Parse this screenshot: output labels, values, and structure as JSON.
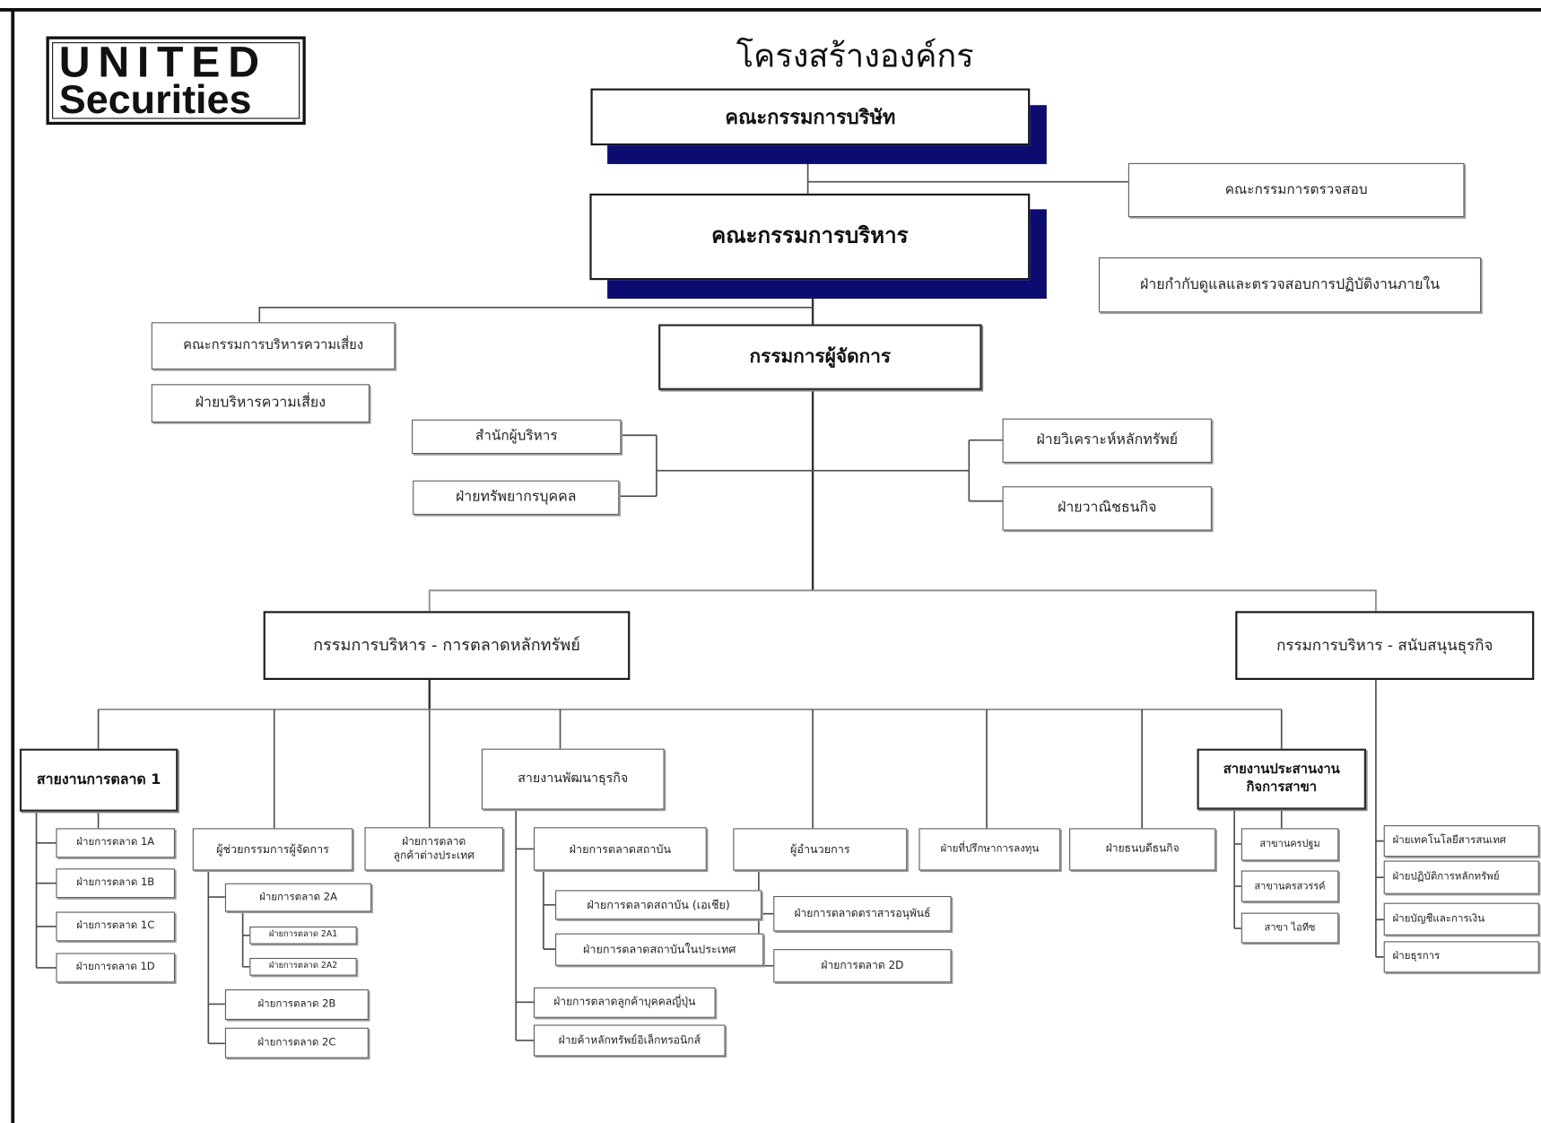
{
  "logo": {
    "line1": "UNITED",
    "line2": "Securities"
  },
  "title": "โครงสร้างองค์กร",
  "colors": {
    "shadow": "#0c0c70",
    "line": "#4d4d4d",
    "bus": "#8a8a8a",
    "frame": "#111111"
  },
  "nodes": {
    "board": "คณะกรรมการบริษัท",
    "audit_committee": "คณะกรรมการตรวจสอบ",
    "executive_committee": "คณะกรรมการบริหาร",
    "internal_audit": "ฝ่ายกำกับดูแลและตรวจสอบการปฏิบัติงานภายใน",
    "risk_committee": "คณะกรรมการบริหารความเสี่ยง",
    "risk_management": "ฝ่ายบริหารความเสี่ยง",
    "managing_director": "กรรมการผู้จัดการ",
    "executive_office": "สำนักผู้บริหาร",
    "human_resources": "ฝ่ายทรัพยากรบุคคล",
    "research": "ฝ่ายวิเคราะห์หลักทรัพย์",
    "investment_banking": "ฝ่ายวาณิชธนกิจ",
    "ed_marketing": "กรรมการบริหาร - การตลาดหลักทรัพย์",
    "ed_support": "กรรมการบริหาร - สนับสนุนธุรกิจ",
    "marketing_line_1": "สายงานการตลาด 1",
    "mkt_1a": "ฝ่ายการตลาด 1A",
    "mkt_1b": "ฝ่ายการตลาด 1B",
    "mkt_1c": "ฝ่ายการตลาด 1C",
    "mkt_1d": "ฝ่ายการตลาด 1D",
    "asst_md": "ผู้ช่วยกรรมการผู้จัดการ",
    "mkt_2a": "ฝ่ายการตลาด 2A",
    "mkt_2a_1": "ฝ่ายการตลาด 2A1",
    "mkt_2a_2": "ฝ่ายการตลาด 2A2",
    "mkt_2b": "ฝ่ายการตลาด 2B",
    "mkt_2c": "ฝ่ายการตลาด 2C",
    "mkt_foreign": [
      "ฝ่ายการตลาด",
      "ลูกค้าต่างประเทศ"
    ],
    "biz_dev_line": "สายงานพัฒนาธุรกิจ",
    "institutional": "ฝ่ายการตลาดสถาบัน",
    "institutional_asia": "ฝ่ายการตลาดสถาบัน (เอเชีย)",
    "institutional_domestic": "ฝ่ายการตลาดสถาบันในประเทศ",
    "japanese_clients": "ฝ่ายการตลาดลูกค้าบุคคลญี่ปุ่น",
    "e_trading": "ฝ่ายค้าหลักทรัพย์อิเล็กทรอนิกส์",
    "director": "ผู้อำนวยการ",
    "derivatives": "ฝ่ายการตลาดตราสารอนุพันธ์",
    "mkt_2d": "ฝ่ายการตลาด 2D",
    "investment_advisory": "ฝ่ายที่ปรึกษาการลงทุน",
    "private_banking": "ฝ่ายธนบดีธนกิจ",
    "branch_line": [
      "สายงานประสานงาน",
      "กิจการสาขา"
    ],
    "branch_1": "สาขานครปฐม",
    "branch_2": "สาขานครสวรรค์",
    "branch_3": "สาขา ไอทีซ",
    "it": "ฝ่ายเทคโนโลยีสารสนเทศ",
    "operations": "ฝ่ายปฏิบัติการหลักทรัพย์",
    "accounting": "ฝ่ายบัญชีและการเงิน",
    "admin": "ฝ่ายธุรการ"
  }
}
